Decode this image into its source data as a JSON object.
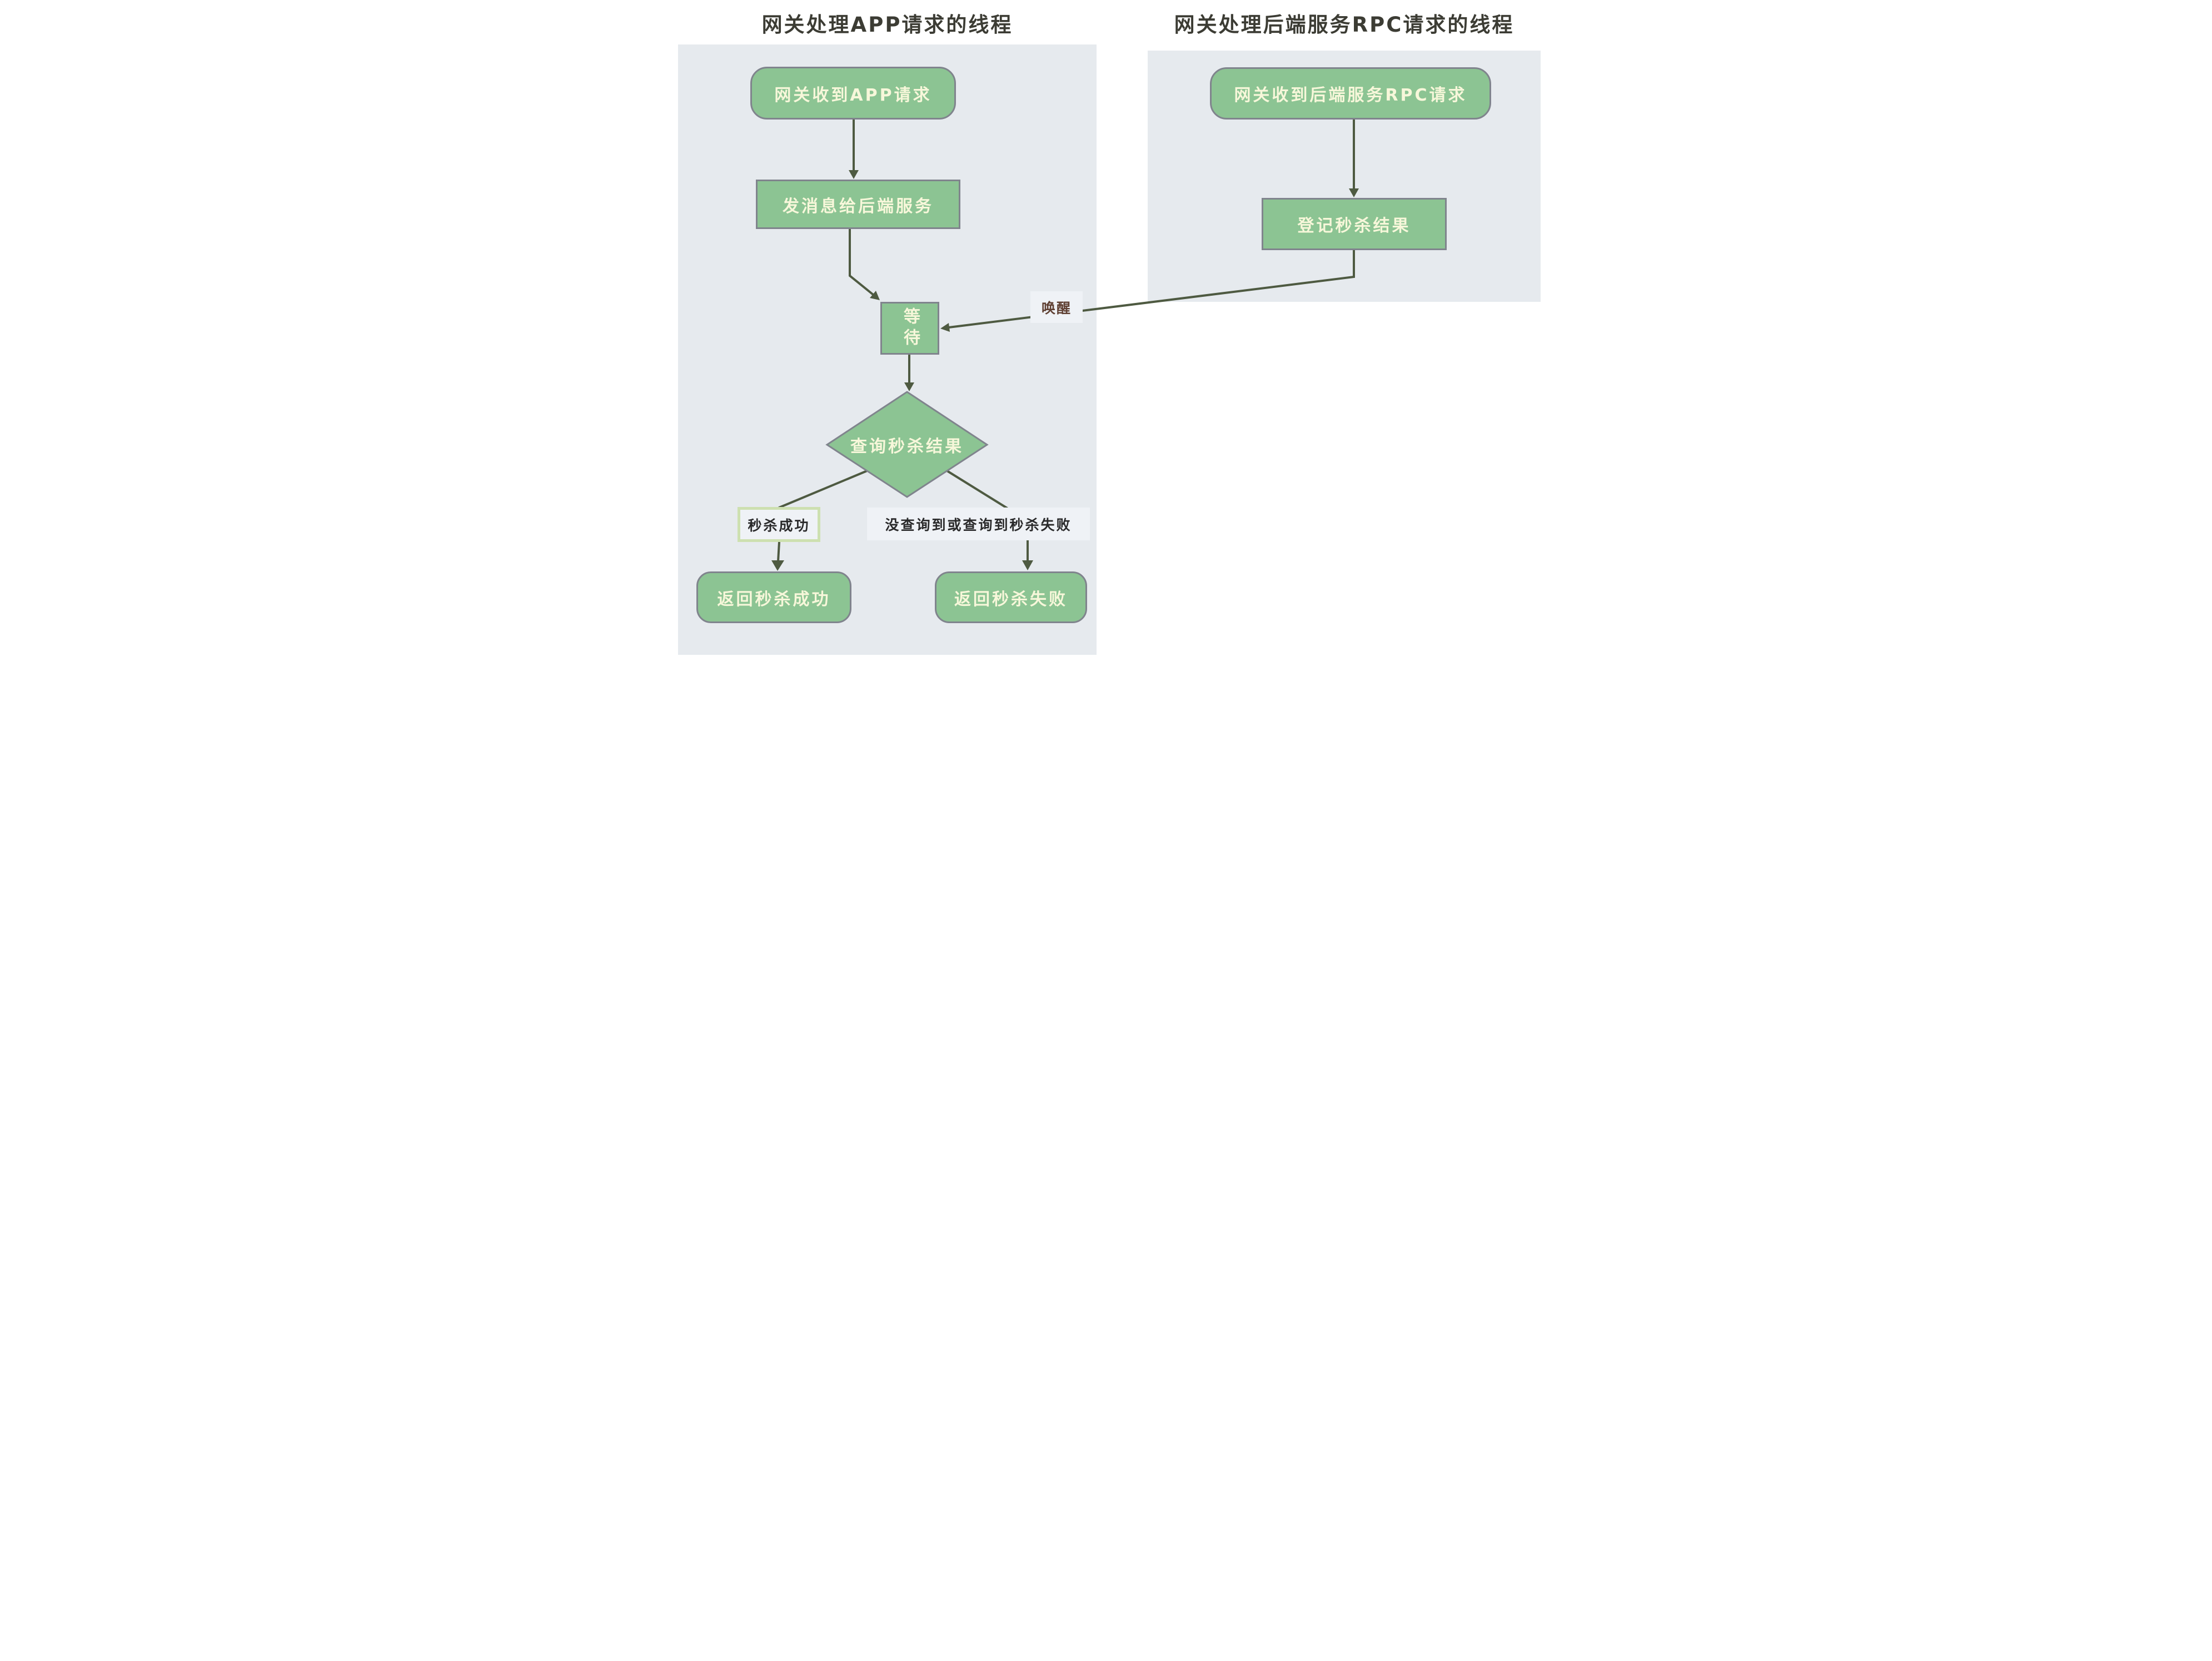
{
  "titles": {
    "left": "网关处理APP请求的线程",
    "right": "网关处理后端服务RPC请求的线程"
  },
  "left_flow": {
    "node_receive_app": "网关收到APP请求",
    "node_send_msg": "发消息给后端服务",
    "node_wait": "等待",
    "node_decision": "查询秒杀结果",
    "label_success": "秒杀成功",
    "label_fail": "没查询到或查询到秒杀失败",
    "node_return_success": "返回秒杀成功",
    "node_return_fail": "返回秒杀失败"
  },
  "right_flow": {
    "node_receive_rpc": "网关收到后端服务RPC请求",
    "node_register": "登记秒杀结果",
    "label_wake": "唤醒"
  },
  "colors": {
    "node_fill": "#8cc493",
    "node_border": "#80848d",
    "node_text": "#f7f7da",
    "panel_bg": "#e6eaee",
    "arrow": "#4e5a41",
    "title_text": "#3c3c34",
    "wake_text": "#5f4033",
    "success_label_border": "#cde0b0",
    "label_bg": "#eff2f6"
  }
}
